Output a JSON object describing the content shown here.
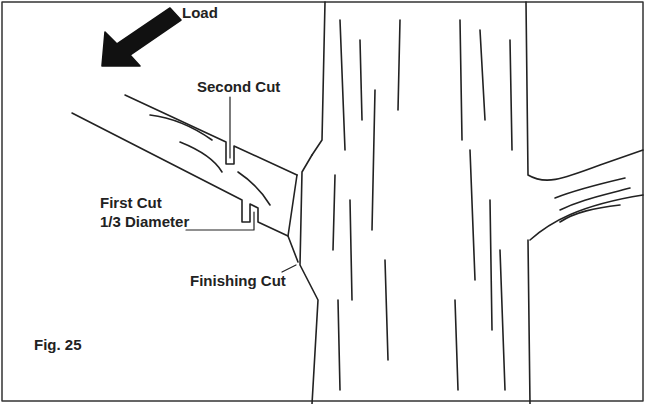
{
  "diagram": {
    "labels": [
      "Load",
      "Second Cut",
      "First Cut",
      "1/3 Diameter",
      "Finishing Cut",
      "Fig. 25"
    ]
  }
}
